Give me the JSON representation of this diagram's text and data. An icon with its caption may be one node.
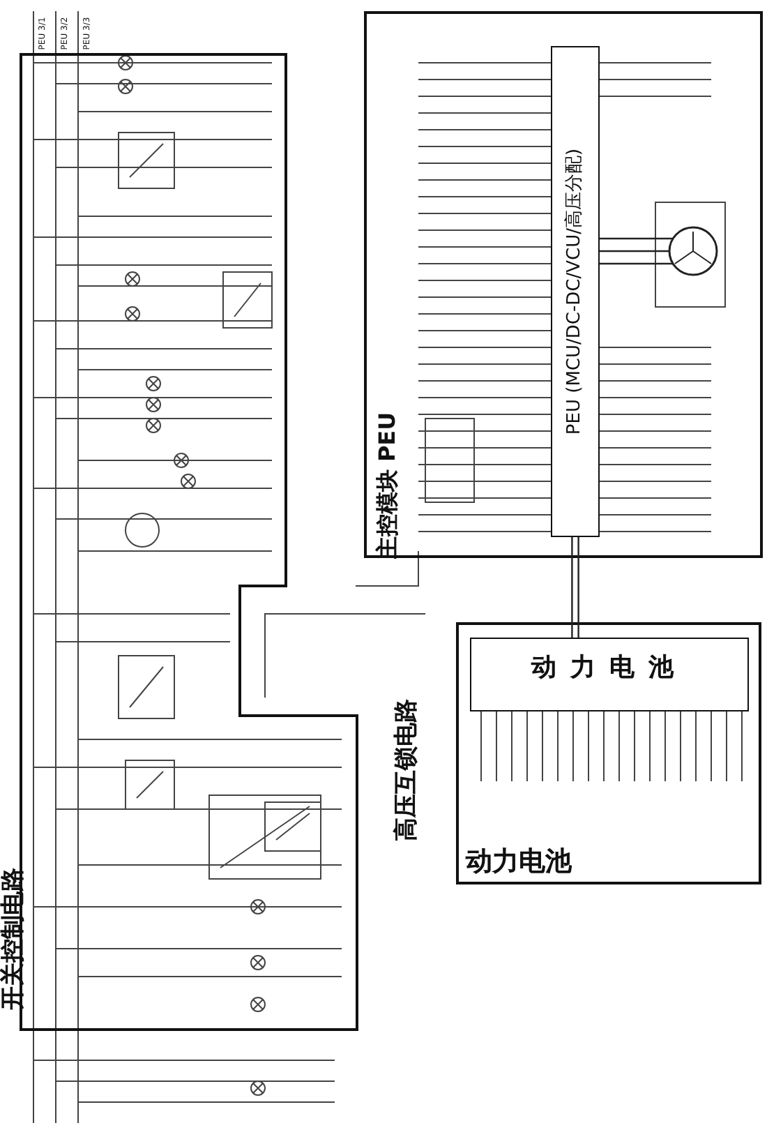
{
  "diagram": {
    "nodes": [
      {
        "text": [
          "开关控制电路"
        ]
      },
      {
        "text": [
          "主控模块 PEU"
        ]
      },
      {
        "text": [
          "PEU (MCU/DC-DC/VCU/高压分配)"
        ],
        "in": 1
      },
      {
        "text": [
          "动力电池"
        ]
      },
      {
        "text": [
          "动力电池"
        ],
        "in": 3
      },
      {
        "text": [],
        "shape": "circle",
        "in": 1
      }
    ],
    "edges": [
      {
        "from": 2,
        "to": 5,
        "arrow": "none"
      },
      {
        "from": 2,
        "to": 5,
        "arrow": "none"
      },
      {
        "from": 2,
        "to": 5,
        "arrow": "none"
      },
      {
        "from": 2,
        "to": 4,
        "arrow": "none"
      },
      {
        "from": 2,
        "to": 4,
        "arrow": "none"
      }
    ],
    "labels": [
      "PEU 3/1",
      "PEU 3/2",
      "PEU 3/3",
      "高压互锁电路"
    ]
  }
}
